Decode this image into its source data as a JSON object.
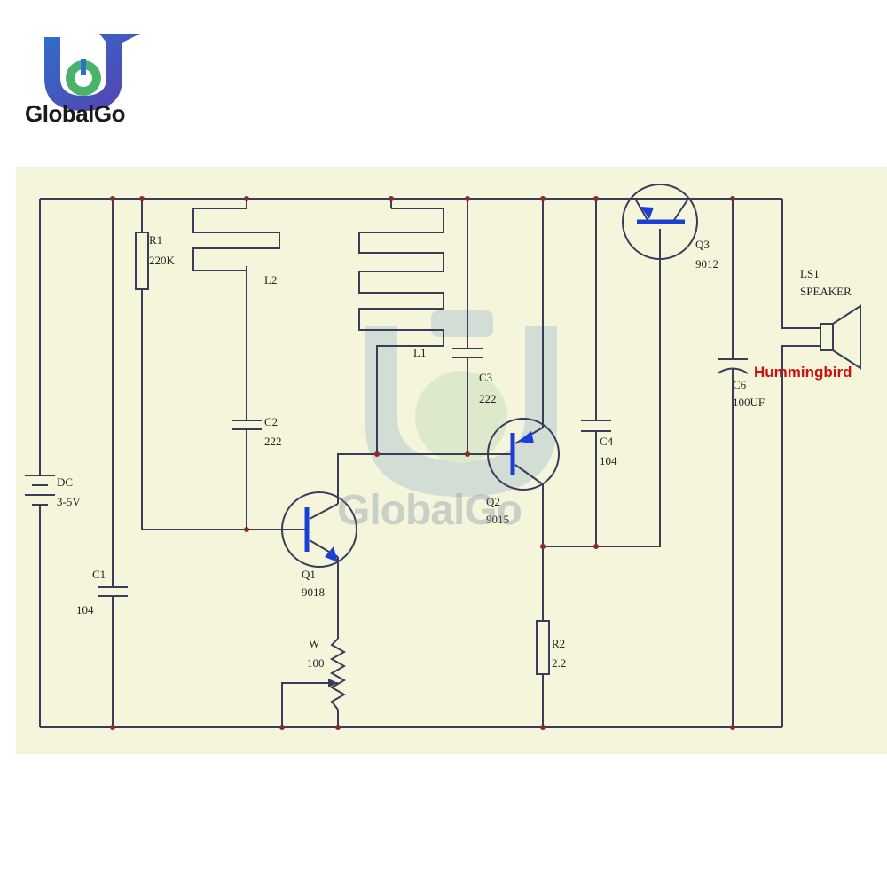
{
  "brand": {
    "name": "GlobalGo",
    "watermark": "GlobalGo"
  },
  "colors": {
    "background": "#F5F5DC",
    "wire": "#3b3b5a",
    "junction": "#8b2a2a",
    "arrow": "#1a3fd6",
    "annotation": "#cc1111"
  },
  "annotation": "Hummingbird",
  "components": {
    "r1": {
      "ref": "R1",
      "value": "220K"
    },
    "l2": {
      "ref": "L2"
    },
    "l1": {
      "ref": "L1"
    },
    "c3": {
      "ref": "C3",
      "value": "222"
    },
    "c2": {
      "ref": "C2",
      "value": "222"
    },
    "q3": {
      "ref": "Q3",
      "value": "9012"
    },
    "speaker": {
      "ref": "LS1",
      "value": "SPEAKER"
    },
    "c6": {
      "ref": "C6",
      "value": "100UF"
    },
    "c4": {
      "ref": "C4",
      "value": "104"
    },
    "q2": {
      "ref": "Q2",
      "value": "9015"
    },
    "q1": {
      "ref": "Q1",
      "value": "9018"
    },
    "dc": {
      "ref": "DC",
      "value": "3-5V"
    },
    "c1": {
      "ref": "C1",
      "value": "104"
    },
    "w": {
      "ref": "W",
      "value": "100"
    },
    "r2": {
      "ref": "R2",
      "value": "2.2"
    }
  }
}
